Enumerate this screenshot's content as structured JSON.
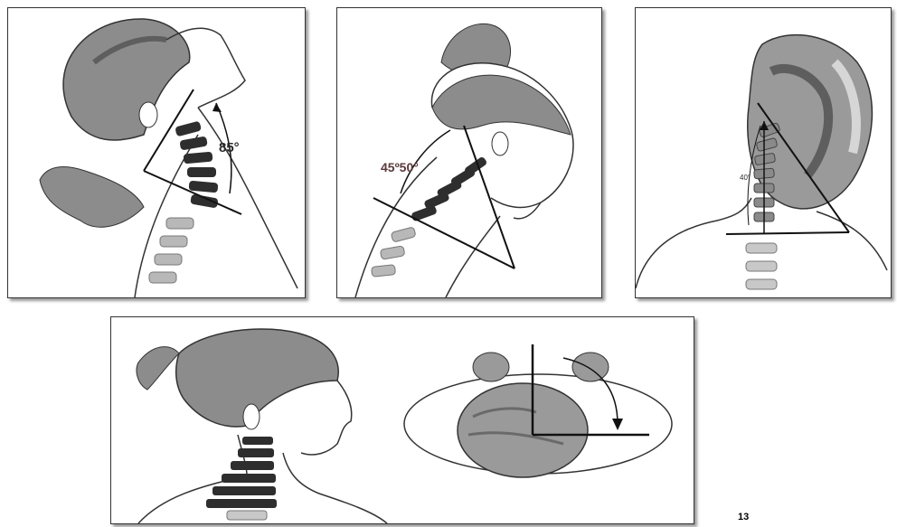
{
  "figures": {
    "extension": {
      "angle_label": "85°"
    },
    "flexion": {
      "angle_label": "45º50°"
    },
    "lateral_flexion": {
      "angle_label": "40°"
    },
    "rotation": {}
  },
  "page_number": "13",
  "colors": {
    "hair": "#8c8c8c",
    "hair_dark": "#5e5e5e",
    "skin_outline": "#333333",
    "vertebra": "#2e2e2e",
    "vertebra_light": "#b8b8b8",
    "line": "#111111"
  }
}
